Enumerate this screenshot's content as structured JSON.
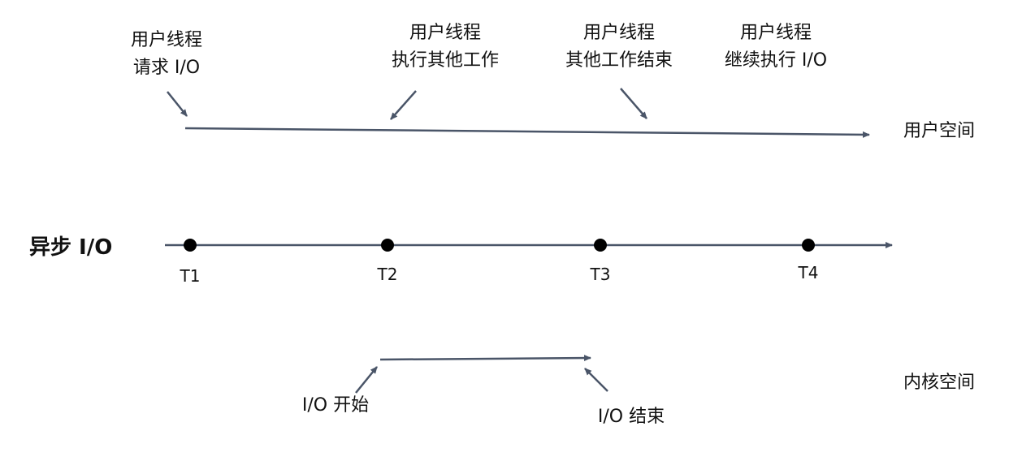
{
  "diagram": {
    "title": "异步 I/O",
    "regions": {
      "user_space": "用户空间",
      "kernel_space": "内核空间"
    },
    "timepoints": [
      "T1",
      "T2",
      "T3",
      "T4"
    ],
    "user_annotations": [
      {
        "line1": "用户线程",
        "line2": "请求 I/O"
      },
      {
        "line1": "用户线程",
        "line2": "执行其他工作"
      },
      {
        "line1": "用户线程",
        "line2": "其他工作结束"
      },
      {
        "line1": "用户线程",
        "line2": "继续执行 I/O"
      }
    ],
    "kernel_annotations": {
      "io_start": "I/O 开始",
      "io_end": "I/O 结束"
    },
    "colors": {
      "line": "#4a5568",
      "dot": "#000000",
      "text": "#111111"
    }
  }
}
